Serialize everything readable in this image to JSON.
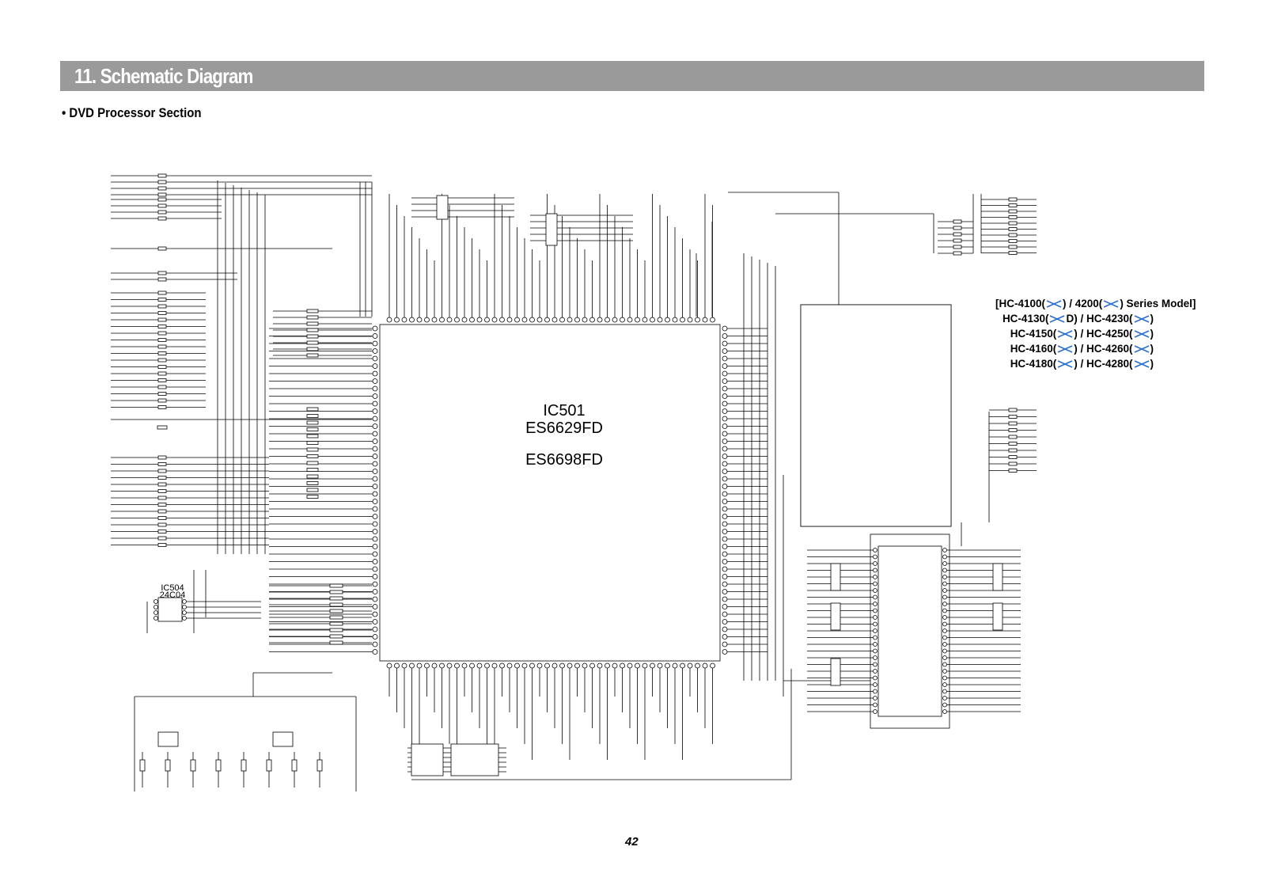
{
  "header": {
    "title": "11. Schematic Diagram"
  },
  "section": {
    "title": "• DVD Processor Section"
  },
  "ic_main": {
    "ref": "IC501",
    "part1": "ES6629FD",
    "part2": "ES6698FD"
  },
  "ic_eeprom": {
    "ref": "IC504",
    "part": "24C04"
  },
  "models": {
    "line0_a": "[HC-4100(",
    "line0_b": ") / 4200(",
    "line0_c": ") Series Model]",
    "line1_a": "HC-4130(",
    "line1_b": "D) / HC-4230(",
    "line1_c": ")",
    "line2_a": "HC-4150(",
    "line2_b": ") / HC-4250(",
    "line2_c": ")",
    "line3_a": "HC-4160(",
    "line3_b": ") / HC-4260(",
    "line3_c": ")",
    "line4_a": "HC-4180(",
    "line4_b": ") / HC-4280(",
    "line4_c": ")"
  },
  "colors": {
    "header_bg": "#9a9a9a",
    "header_text": "#ffffff",
    "line": "#000000",
    "mark": "#2b6fd1"
  },
  "page_number": "42"
}
